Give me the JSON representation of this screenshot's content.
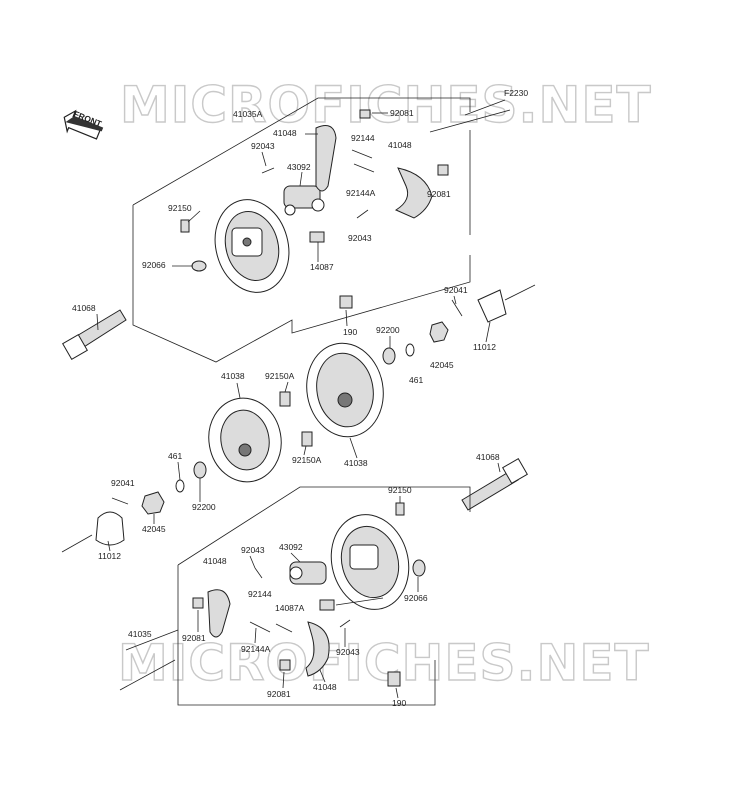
{
  "diagram": {
    "ref_code": "F2230",
    "front_label": "FRONT",
    "watermarks": [
      "MICROFICHES.NET",
      "MICROFICHES.NET"
    ],
    "parts": [
      {
        "id": "p1",
        "label": "92081"
      },
      {
        "id": "p2",
        "label": "41035A"
      },
      {
        "id": "p3",
        "label": "41048"
      },
      {
        "id": "p4",
        "label": "92144"
      },
      {
        "id": "p5",
        "label": "41048"
      },
      {
        "id": "p6",
        "label": "92043"
      },
      {
        "id": "p7",
        "label": "43092"
      },
      {
        "id": "p8",
        "label": "92144A"
      },
      {
        "id": "p9",
        "label": "92081"
      },
      {
        "id": "p10",
        "label": "92150"
      },
      {
        "id": "p11",
        "label": "92043"
      },
      {
        "id": "p12",
        "label": "92066"
      },
      {
        "id": "p13",
        "label": "14087"
      },
      {
        "id": "p14",
        "label": "41068"
      },
      {
        "id": "p15",
        "label": "92041"
      },
      {
        "id": "p16",
        "label": "190"
      },
      {
        "id": "p17",
        "label": "92200"
      },
      {
        "id": "p18",
        "label": "11012"
      },
      {
        "id": "p19",
        "label": "461"
      },
      {
        "id": "p20",
        "label": "42045"
      },
      {
        "id": "p21",
        "label": "41038"
      },
      {
        "id": "p22",
        "label": "92150A"
      },
      {
        "id": "p23",
        "label": "92150A"
      },
      {
        "id": "p24",
        "label": "41038"
      },
      {
        "id": "p25",
        "label": "461"
      },
      {
        "id": "p26",
        "label": "92041"
      },
      {
        "id": "p27",
        "label": "92200"
      },
      {
        "id": "p28",
        "label": "41068"
      },
      {
        "id": "p29",
        "label": "42045"
      },
      {
        "id": "p30",
        "label": "92150"
      },
      {
        "id": "p31",
        "label": "11012"
      },
      {
        "id": "p32",
        "label": "92043"
      },
      {
        "id": "p33",
        "label": "43092"
      },
      {
        "id": "p34",
        "label": "41048"
      },
      {
        "id": "p35",
        "label": "92144"
      },
      {
        "id": "p36",
        "label": "14087A"
      },
      {
        "id": "p37",
        "label": "92066"
      },
      {
        "id": "p38",
        "label": "41035"
      },
      {
        "id": "p39",
        "label": "92081"
      },
      {
        "id": "p40",
        "label": "92043"
      },
      {
        "id": "p41",
        "label": "92144A"
      },
      {
        "id": "p42",
        "label": "92081"
      },
      {
        "id": "p43",
        "label": "41048"
      },
      {
        "id": "p44",
        "label": "190"
      }
    ]
  }
}
